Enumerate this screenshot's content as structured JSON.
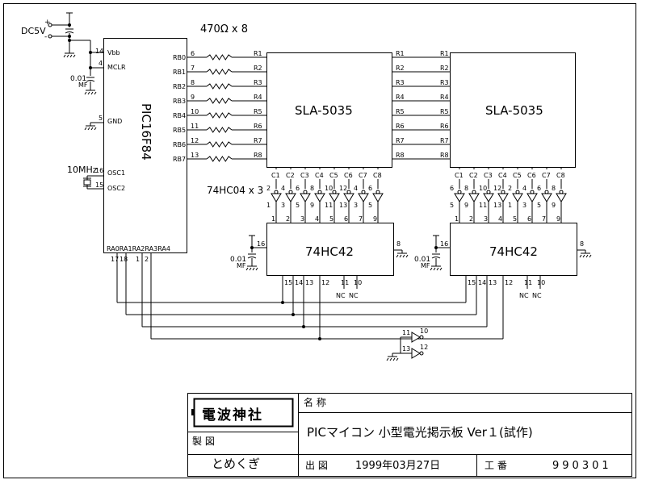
{
  "power": {
    "label": "DC5V",
    "plus": "+",
    "minus": "-"
  },
  "resistors": {
    "label": "470Ω x 8"
  },
  "pic": {
    "name": "PIC16F84",
    "vbb": "Vbb",
    "mclr": "MCLR",
    "gnd": "GND",
    "osc1": "OSC1",
    "osc2": "OSC2",
    "porta": "RA0RA1RA2RA3RA4",
    "rb": [
      "RB0",
      "RB1",
      "RB2",
      "RB3",
      "RB4",
      "RB5",
      "RB6",
      "RB7"
    ],
    "rb_pins": [
      "6",
      "7",
      "8",
      "9",
      "10",
      "11",
      "12",
      "13"
    ],
    "pin_vbb": "14",
    "pin_mclr": "4",
    "pin_gnd": "5",
    "pin_osc1": "16",
    "pin_osc2": "15",
    "ra_pins": [
      "17",
      "18",
      "1",
      "2"
    ]
  },
  "crystal": {
    "label": "10MHz"
  },
  "cap": {
    "value": "0.01",
    "unit": "MF"
  },
  "display": {
    "name": "SLA-5035",
    "rows": [
      "R1",
      "R2",
      "R3",
      "R4",
      "R5",
      "R6",
      "R7",
      "R8"
    ],
    "cols": [
      "C1",
      "C2",
      "C3",
      "C4",
      "C5",
      "C6",
      "C7",
      "C8"
    ]
  },
  "inverters": {
    "label": "74HC04 x 3"
  },
  "decoder": {
    "name": "74HC42",
    "pin_vcc": "16",
    "pin_gnd": "8",
    "in_pins": [
      "15",
      "14",
      "13",
      "12"
    ],
    "nc_pins": [
      "11",
      "10"
    ],
    "nc": "NC",
    "out_pins": [
      "1",
      "2",
      "3",
      "4",
      "5",
      "6",
      "7",
      "9"
    ]
  },
  "inv_pins_left": [
    {
      "top": "2",
      "bot": "1"
    },
    {
      "top": "4",
      "bot": "3"
    },
    {
      "top": "6",
      "bot": "5"
    },
    {
      "top": "8",
      "bot": "9"
    },
    {
      "top": "10",
      "bot": "11"
    },
    {
      "top": "12",
      "bot": "13"
    },
    {
      "top": "4",
      "bot": "3"
    },
    {
      "top": "6",
      "bot": "5"
    }
  ],
  "inv_pins_right": [
    {
      "top": "6",
      "bot": "5"
    },
    {
      "top": "8",
      "bot": "9"
    },
    {
      "top": "10",
      "bot": "11"
    },
    {
      "top": "12",
      "bot": "13"
    },
    {
      "top": "2",
      "bot": "1"
    },
    {
      "top": "4",
      "bot": "3"
    },
    {
      "top": "6",
      "bot": "5"
    },
    {
      "top": "8",
      "bot": "9"
    }
  ],
  "spare_inverters": [
    {
      "in": "11",
      "out": "10"
    },
    {
      "in": "13",
      "out": "12"
    }
  ],
  "title_block": {
    "name_label": "名 称",
    "title": "PICマイコン 小型電光掲示板 Ver１(試作)",
    "logo": "電波神社",
    "seisaku_label": "製 図",
    "author": "とめくぎ",
    "date_label": "出 図",
    "date": "1999年03月27日",
    "kouban_label": "工 番",
    "kouban": "990301"
  }
}
